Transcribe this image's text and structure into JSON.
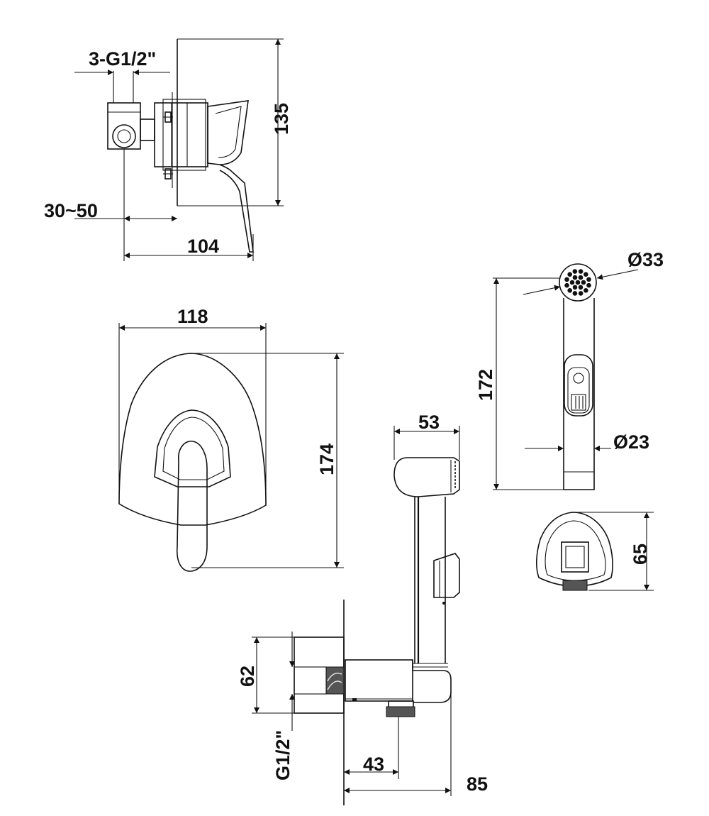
{
  "colors": {
    "ink": "#111111",
    "paper": "#ffffff",
    "hatch": "#555555"
  },
  "dimensions": {
    "inlet_thread_count": "3-G1/2\"",
    "wall_depth_range": "30~50",
    "valve_depth": "104",
    "valve_height": "135",
    "plate_width": "118",
    "plate_height": "174",
    "holder_width": "53",
    "spray_length": "172",
    "spray_head_diameter": "Ø33",
    "spray_handle_diameter": "Ø23",
    "holder_depth": "65",
    "elbow_height": "62",
    "elbow_thread": "G1/2\"",
    "outlet_offset": "43",
    "elbow_projection": "85"
  }
}
